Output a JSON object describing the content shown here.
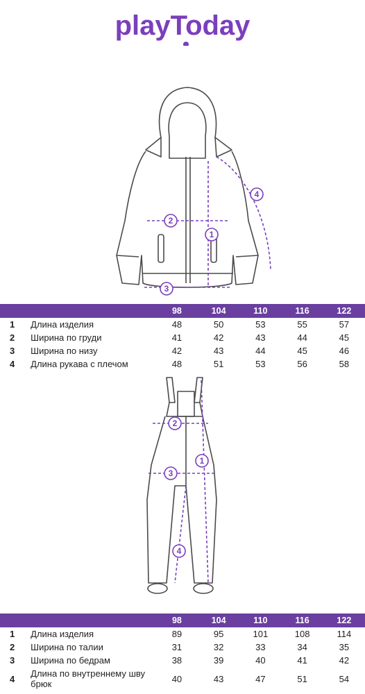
{
  "brand": {
    "logo_text": "playToday",
    "accent_color": "#7b3fbd",
    "table_header_color": "#6a3fa0"
  },
  "jacket": {
    "callouts": [
      "1",
      "2",
      "3",
      "4"
    ],
    "sizes": [
      "98",
      "104",
      "110",
      "116",
      "122"
    ],
    "rows": [
      {
        "num": "1",
        "label": "Длина изделия",
        "values": [
          "48",
          "50",
          "53",
          "55",
          "57"
        ]
      },
      {
        "num": "2",
        "label": "Ширина по груди",
        "values": [
          "41",
          "42",
          "43",
          "44",
          "45"
        ]
      },
      {
        "num": "3",
        "label": "Ширина по низу",
        "values": [
          "42",
          "43",
          "44",
          "45",
          "46"
        ]
      },
      {
        "num": "4",
        "label": "Длина рукава с плечом",
        "values": [
          "48",
          "51",
          "53",
          "56",
          "58"
        ]
      }
    ]
  },
  "pants": {
    "callouts": [
      "1",
      "2",
      "3",
      "4"
    ],
    "sizes": [
      "98",
      "104",
      "110",
      "116",
      "122"
    ],
    "rows": [
      {
        "num": "1",
        "label": "Длина изделия",
        "values": [
          "89",
          "95",
          "101",
          "108",
          "114"
        ]
      },
      {
        "num": "2",
        "label": "Ширина по талии",
        "values": [
          "31",
          "32",
          "33",
          "34",
          "35"
        ]
      },
      {
        "num": "3",
        "label": "Ширина по бедрам",
        "values": [
          "38",
          "39",
          "40",
          "41",
          "42"
        ]
      },
      {
        "num": "4",
        "label": "Длина по внутреннему шву брюк",
        "values": [
          "40",
          "43",
          "47",
          "51",
          "54"
        ]
      }
    ]
  }
}
